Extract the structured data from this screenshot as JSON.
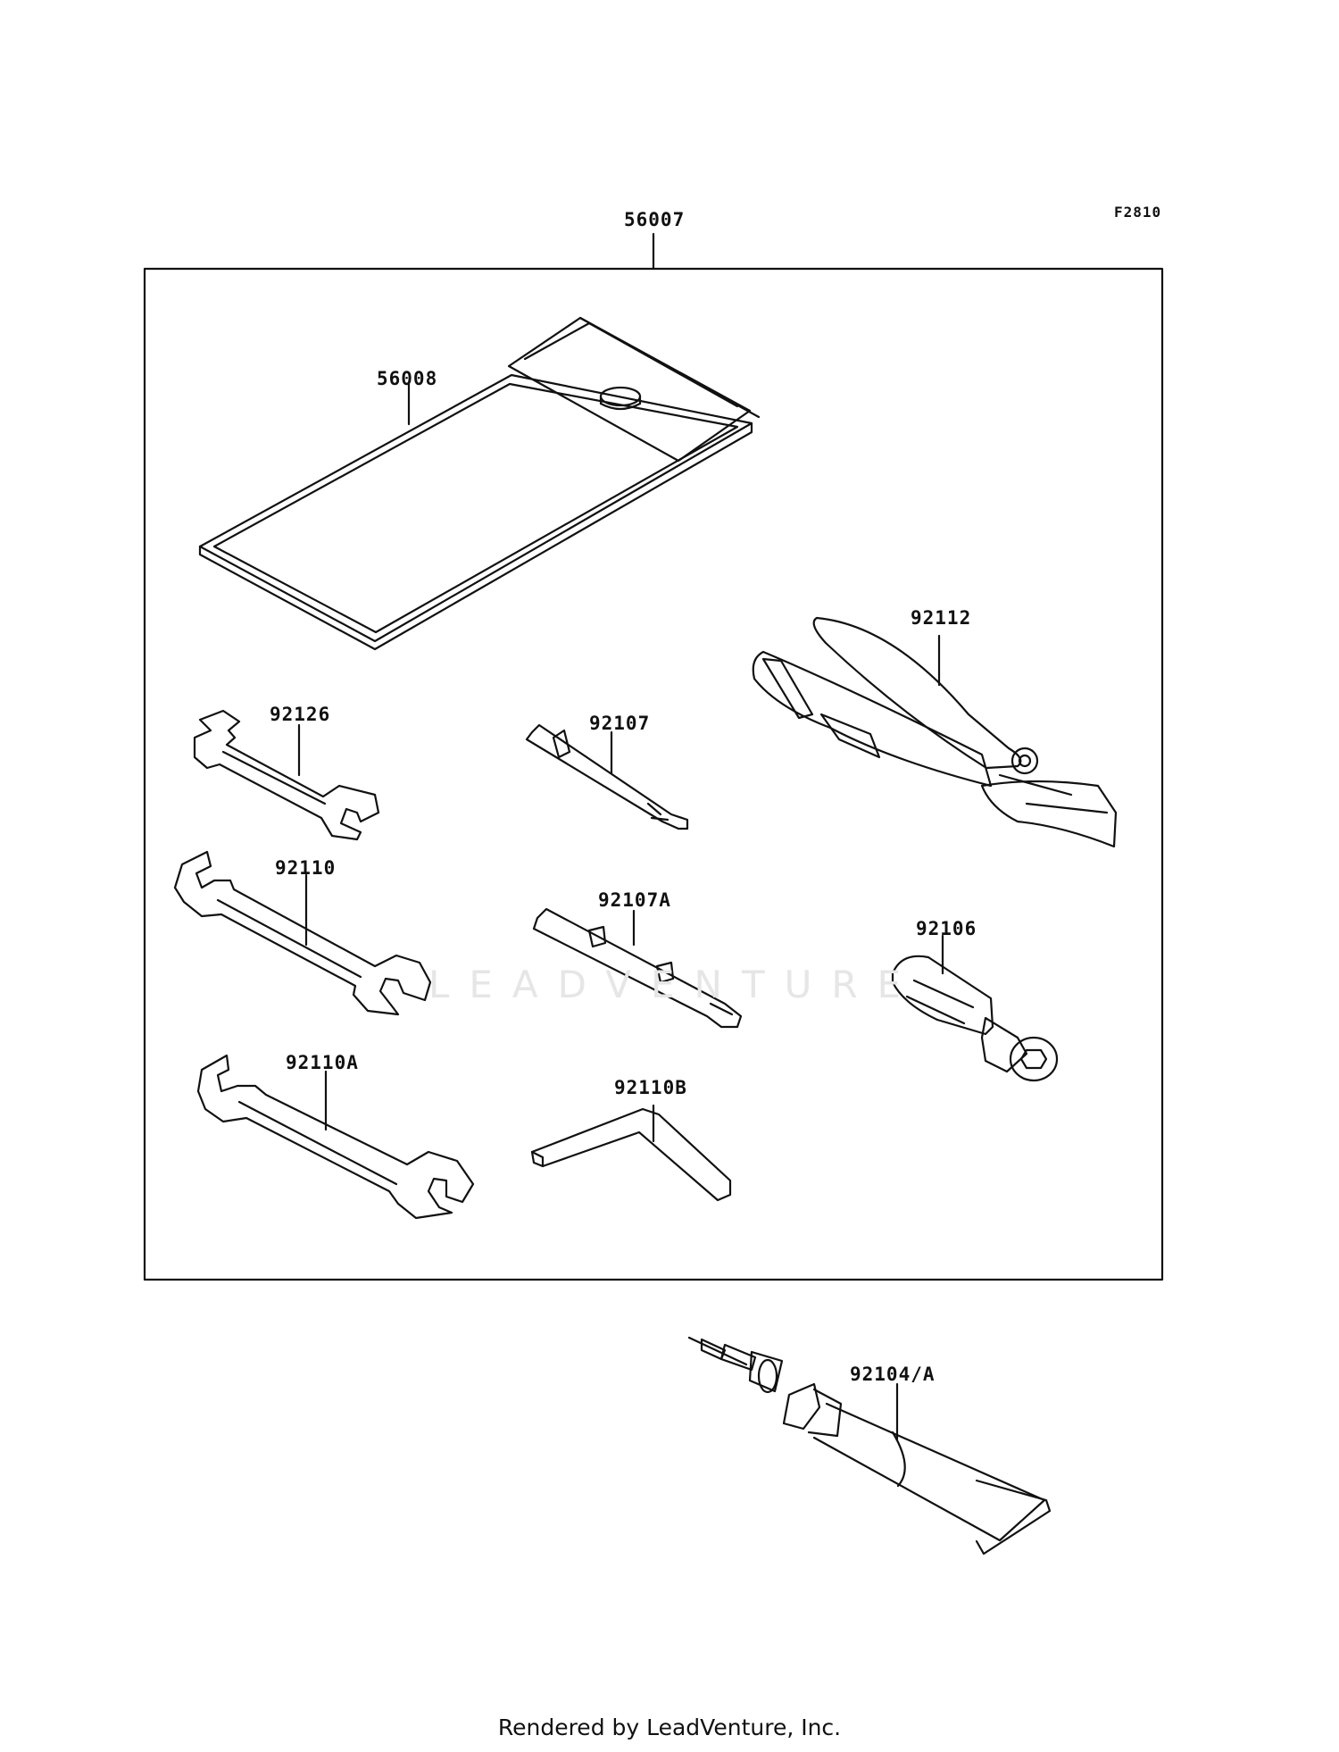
{
  "diagram_code": "F2810",
  "parts": {
    "kit": "56007",
    "case": "56008",
    "pliers": "92112",
    "wrench_small": "92126",
    "screwdriver_bit": "92107",
    "screwdriver_bit_a": "92107A",
    "wrench_mid": "92110",
    "socket_handle": "92106",
    "wrench_large": "92110A",
    "hex_key": "92110B",
    "grease_tube": "92104/A"
  },
  "watermark": "LEADVENTURE",
  "credit": "Rendered by LeadVenture, Inc.",
  "colors": {
    "line": "#111111",
    "watermark": "#e6e6e6"
  }
}
